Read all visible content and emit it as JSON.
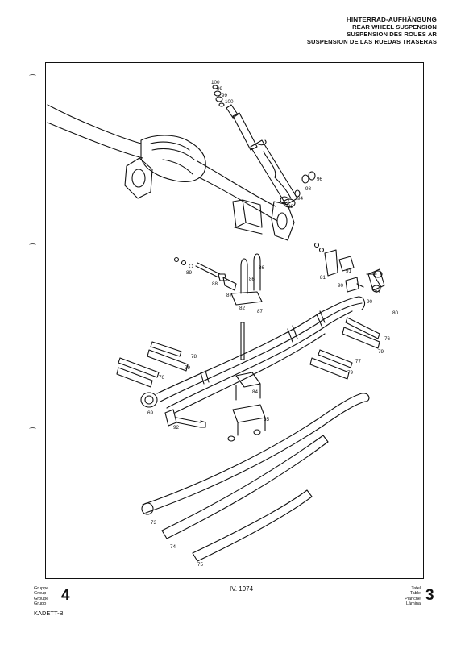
{
  "header": {
    "title_de": "HINTERRAD-AUFHÄNGUNG",
    "title_en": "REAR WHEEL SUSPENSION",
    "title_fr": "SUSPENSION DES ROUES AR",
    "title_es": "SUSPENSION DE LAS RUEDAS TRASERAS"
  },
  "footer": {
    "group_labels": [
      "Gruppe",
      "Group",
      "Groupe",
      "Grupo"
    ],
    "group_number": "4",
    "date": "IV. 1974",
    "plate_labels": [
      "Tafel",
      "Table",
      "Planche",
      "Lámina"
    ],
    "plate_number": "3",
    "model": "KADETT-B"
  },
  "part_numbers": [
    "100",
    "99",
    "99",
    "100",
    "96",
    "98",
    "94",
    "98",
    "89",
    "88",
    "86",
    "86",
    "87",
    "82",
    "87",
    "81",
    "91",
    "90",
    "91",
    "90",
    "80",
    "76",
    "79",
    "78",
    "77",
    "79",
    "79",
    "76",
    "84",
    "85",
    "69",
    "92",
    "73",
    "74",
    "75"
  ]
}
